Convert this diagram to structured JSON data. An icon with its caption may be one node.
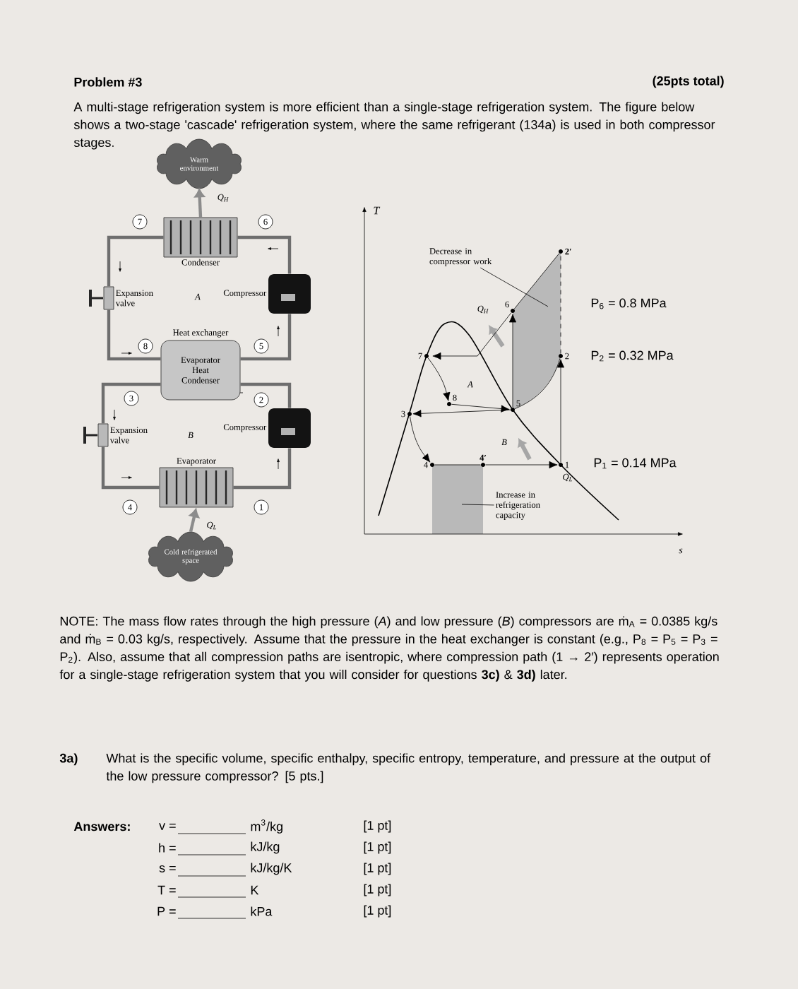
{
  "diagram": {
    "title": "Problem #3",
    "nodes": [
      {
        "text": [
          "Warm environment"
        ]
      },
      {
        "text": [
          "Condenser"
        ]
      },
      {
        "text": [
          "Compressor"
        ]
      },
      {
        "text": [
          "Expansion valve"
        ]
      },
      {
        "text": [
          "Heat exchanger",
          "Evaporator",
          "Heat",
          "Condenser"
        ]
      },
      {
        "text": [
          "Compressor"
        ]
      },
      {
        "text": [
          "Expansion valve"
        ]
      },
      {
        "text": [
          "Evaporator"
        ]
      },
      {
        "text": [
          "Cold refrigerated space"
        ]
      },
      {
        "text": [
          "7"
        ]
      },
      {
        "text": [
          "6"
        ]
      },
      {
        "text": [
          "8"
        ]
      },
      {
        "text": [
          "5"
        ]
      },
      {
        "text": [
          "3"
        ]
      },
      {
        "text": [
          "2"
        ]
      },
      {
        "text": [
          "4"
        ]
      },
      {
        "text": [
          "1"
        ]
      },
      {
        "text": [
          "2′"
        ]
      },
      {
        "text": [
          "6"
        ]
      },
      {
        "text": [
          "2"
        ]
      },
      {
        "text": [
          "7"
        ]
      },
      {
        "text": [
          "8"
        ]
      },
      {
        "text": [
          "5"
        ]
      },
      {
        "text": [
          "3"
        ]
      },
      {
        "text": [
          "4"
        ]
      },
      {
        "text": [
          "4′"
        ]
      },
      {
        "text": [
          "1"
        ]
      },
      {
        "text": [
          "Decrease in compressor work"
        ]
      },
      {
        "text": [
          "Increase in refrigeration capacity"
        ]
      }
    ],
    "edges": [
      {
        "from": 1,
        "to": 0,
        "arrow": "to",
        "label": "Q$_{H}$",
        "style": "thick",
        "color": "#8c8c8c"
      },
      {
        "from": 2,
        "to": 1,
        "arrow": "none",
        "style": "thick",
        "color": "#6e6e6e"
      },
      {
        "from": 1,
        "to": 3,
        "arrow": "none",
        "style": "thick",
        "color": "#6e6e6e"
      },
      {
        "from": 3,
        "to": 4,
        "arrow": "none",
        "style": "thick",
        "color": "#6e6e6e"
      },
      {
        "from": 4,
        "to": 2,
        "arrow": "none",
        "style": "thick",
        "color": "#6e6e6e"
      },
      {
        "from": 5,
        "to": 4,
        "arrow": "none",
        "style": "thick",
        "color": "#6e6e6e"
      },
      {
        "from": 4,
        "to": 6,
        "arrow": "none",
        "style": "thick",
        "color": "#6e6e6e"
      },
      {
        "from": 6,
        "to": 7,
        "arrow": "none",
        "style": "thick",
        "color": "#6e6e6e"
      },
      {
        "from": 7,
        "to": 5,
        "arrow": "none",
        "style": "thick",
        "color": "#6e6e6e"
      },
      {
        "from": 8,
        "to": 7,
        "arrow": "to",
        "label": "Q$_{L}$",
        "style": "thick",
        "color": "#8c8c8c"
      },
      {
        "from": 22,
        "to": 18,
        "arrow": "to"
      },
      {
        "from": 18,
        "to": 20,
        "arrow": "to"
      },
      {
        "from": 20,
        "to": 21,
        "arrow": "to"
      },
      {
        "from": 21,
        "to": 22,
        "arrow": "to"
      },
      {
        "from": 22,
        "to": 23,
        "arrow": "to"
      },
      {
        "from": 23,
        "to": 24,
        "arrow": "to"
      },
      {
        "from": 24,
        "to": 25,
        "arrow": "none"
      },
      {
        "from": 25,
        "to": 26,
        "arrow": "to"
      },
      {
        "from": 26,
        "to": 19,
        "arrow": "to"
      },
      {
        "from": 19,
        "to": 17,
        "arrow": "none",
        "style": "dashed"
      },
      {
        "from": 22,
        "to": 19,
        "arrow": "none"
      },
      {
        "from": 18,
        "to": 17,
        "arrow": "none"
      },
      {
        "from": 27,
        "to": null,
        "arrow": "none"
      },
      {
        "from": 28,
        "to": null,
        "arrow": "none"
      }
    ],
    "labels": [
      "(25pts total)",
      "A multi-stage refrigeration system is more efficient than a single-stage refrigeration system. The figure below shows a two-stage 'cascade' refrigeration system, where the same refrigerant (134a) is used in both compressor stages.",
      "A",
      "B",
      "T",
      "Q$_{H}$",
      "P$_{6}$ = 0.8 MPa",
      "P$_{2}$ = 0.32 MPa",
      "A",
      "B",
      "P$_{1}$ = 0.14 MPa",
      "Q$_{L}$",
      "s",
      "NOTE: The mass flow rates through the high pressure (*A*) and low pressure (*B*) compressors are ṁ$_{A}$ = 0.0385 kg/s and ṁ$_{B}$ = 0.03 kg/s, respectively. Assume that the pressure in the heat exchanger is constant (e.g., P$_{8}$ = P$_{5}$ = P$_{3}$ = P$_{2}$). Also, assume that all compression paths are isentropic, where compression path (1 → 2′) represents operation for a single-stage refrigeration system that you will consider for questions **3c)** & **3d)** later.",
      "3a)",
      "What is the specific volume, specific enthalpy, specific entropy, temperature, and pressure at the output of the low pressure compressor?   [5 pts.]",
      "Answers:",
      "v =",
      "m$^{3}$/kg",
      "[1 pt]",
      "h =",
      "kJ/kg",
      "[1 pt]",
      "s =",
      "kJ/kg/K",
      "[1 pt]",
      "T =",
      "K",
      "[1 pt]",
      "P =",
      "kPa",
      "[1 pt]"
    ]
  }
}
